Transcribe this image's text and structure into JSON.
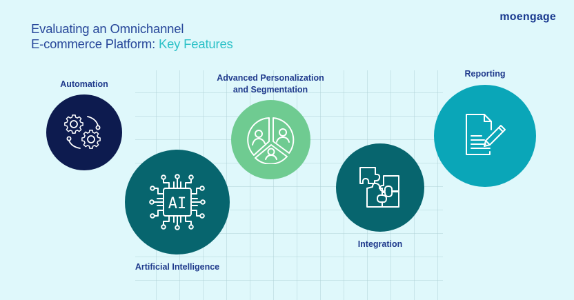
{
  "header": {
    "title_line1": "Evaluating an Omnichannel",
    "title_line2_prefix": "E-commerce Platform: ",
    "title_line2_accent": "Key Features",
    "logo": "moengage"
  },
  "colors": {
    "background": "#dff8fb",
    "title": "#27479a",
    "title_accent": "#2cc1c7",
    "label": "#1f3a8c",
    "automation": "#0d1b4f",
    "ai": "#07656e",
    "segmentation": "#6fcb91",
    "integration": "#07656e",
    "reporting": "#0aa6b8"
  },
  "features": [
    {
      "id": "automation",
      "label": "Automation",
      "icon": "gears-icon"
    },
    {
      "id": "ai",
      "label": "Artificial Intelligence",
      "icon": "ai-chip-icon"
    },
    {
      "id": "segmentation",
      "label_line1": "Advanced Personalization",
      "label_line2": "and Segmentation",
      "icon": "segmented-users-pie-icon"
    },
    {
      "id": "integration",
      "label": "Integration",
      "icon": "puzzle-icon"
    },
    {
      "id": "reporting",
      "label": "Reporting",
      "icon": "document-pen-icon"
    }
  ]
}
